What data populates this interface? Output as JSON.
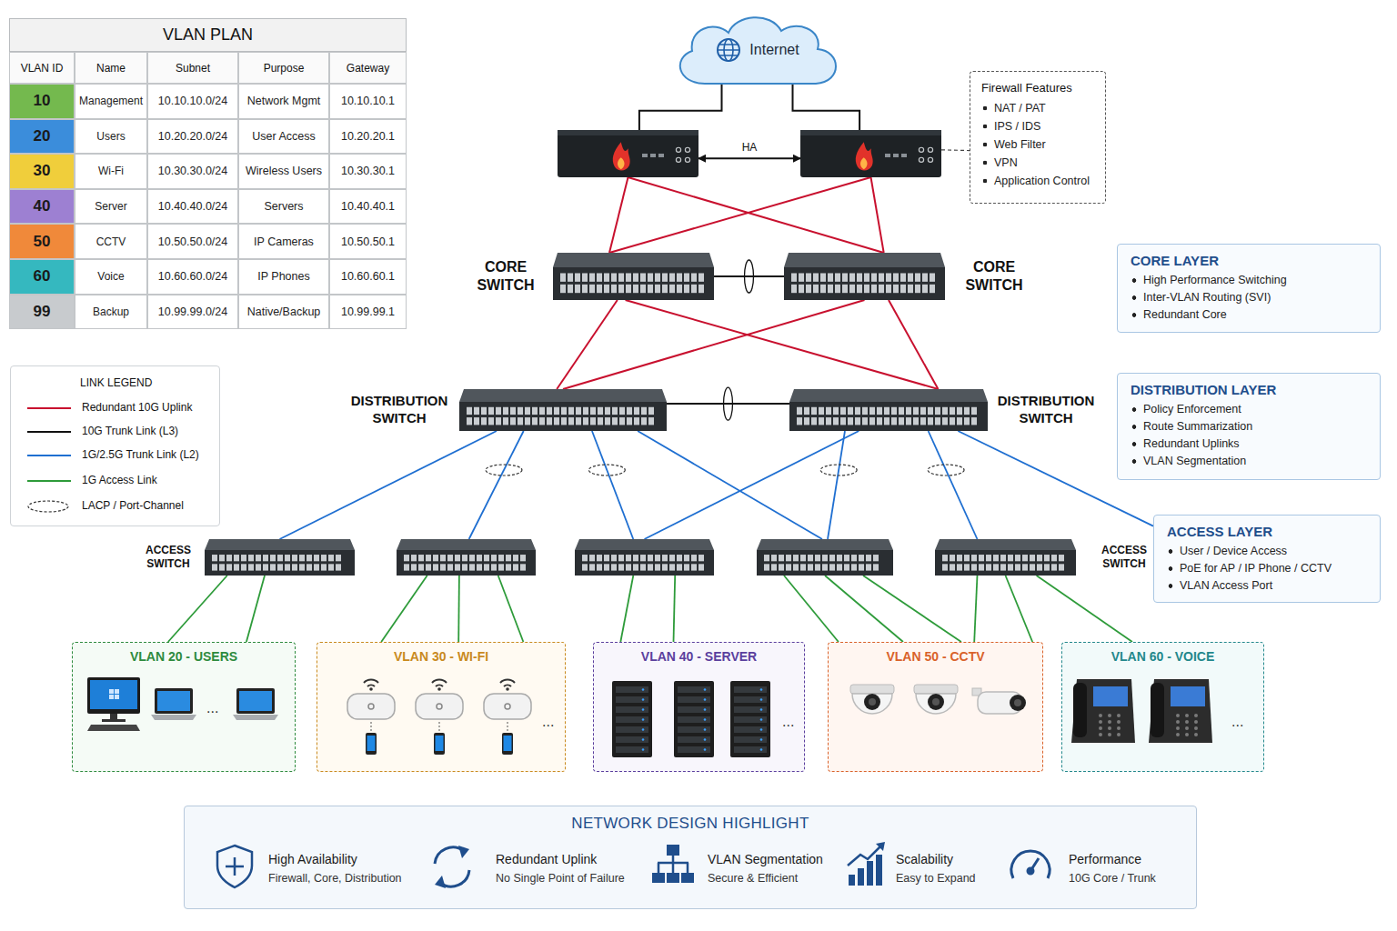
{
  "diagram": {
    "nodes": [
      {
        "text": [
          "Internet"
        ]
      },
      {
        "text": []
      },
      {
        "text": []
      },
      {
        "text": [
          "Firewall Features",
          "NAT / PAT",
          "IPS / IDS",
          "Web Filter",
          "VPN",
          "Application Control"
        ]
      },
      {
        "text": [
          "CORE SWITCH"
        ]
      },
      {
        "text": [
          "CORE SWITCH"
        ]
      },
      {
        "text": [
          "CORE LAYER",
          "High Performance Switching",
          "Inter-VLAN Routing (SVI)",
          "Redundant Core"
        ]
      },
      {
        "text": [
          "DISTRIBUTION SWITCH"
        ]
      },
      {
        "text": [
          "DISTRIBUTION SWITCH"
        ]
      },
      {
        "text": [
          "DISTRIBUTION LAYER",
          "Policy Enforcement",
          "Route Summarization",
          "Redundant Uplinks",
          "VLAN Segmentation"
        ]
      },
      {
        "text": [
          "ACCESS SWITCH"
        ]
      },
      {
        "text": []
      },
      {
        "text": []
      },
      {
        "text": []
      },
      {
        "text": [
          "ACCESS SWITCH"
        ]
      },
      {
        "text": [
          "ACCESS LAYER",
          "User / Device Access",
          "PoE for AP / IP Phone / CCTV",
          "VLAN Access Port"
        ]
      },
      {
        "text": [
          "VLAN 20 - USERS"
        ]
      },
      {
        "text": [
          "VLAN 30 - WI-FI"
        ]
      },
      {
        "text": [
          "VLAN 40 - SERVER"
        ]
      },
      {
        "text": [
          "VLAN 50 - CCTV"
        ]
      },
      {
        "text": [
          "VLAN 60 - VOICE"
        ]
      },
      {
        "text": [
          "NETWORK DESIGN HIGHLIGHT"
        ]
      }
    ],
    "edges": [
      {
        "from": 0,
        "to": 1,
        "arrow": "none"
      },
      {
        "from": 0,
        "to": 2,
        "arrow": "none"
      },
      {
        "from": 1,
        "to": 2,
        "label": "HA",
        "arrow": "both"
      },
      {
        "from": 2,
        "to": 3,
        "arrow": "none"
      },
      {
        "from": 1,
        "to": 4,
        "arrow": "none"
      },
      {
        "from": 1,
        "to": 5,
        "arrow": "none"
      },
      {
        "from": 2,
        "to": 4,
        "arrow": "none"
      },
      {
        "from": 2,
        "to": 5,
        "arrow": "none"
      },
      {
        "from": 4,
        "to": 5,
        "arrow": "none"
      },
      {
        "from": 4,
        "to": 7,
        "arrow": "none"
      },
      {
        "from": 4,
        "to": 8,
        "arrow": "none"
      },
      {
        "from": 5,
        "to": 7,
        "arrow": "none"
      },
      {
        "from": 5,
        "to": 8,
        "arrow": "none"
      },
      {
        "from": 7,
        "to": 8,
        "arrow": "none"
      },
      {
        "from": 7,
        "to": 10,
        "arrow": "none"
      },
      {
        "from": 7,
        "to": 11,
        "arrow": "none"
      },
      {
        "from": 7,
        "to": 12,
        "arrow": "none"
      },
      {
        "from": 7,
        "to": 13,
        "arrow": "none"
      },
      {
        "from": 8,
        "to": 12,
        "arrow": "none"
      },
      {
        "from": 8,
        "to": 13,
        "arrow": "none"
      },
      {
        "from": 8,
        "to": 14,
        "arrow": "none"
      },
      {
        "from": 8,
        "to": 15,
        "arrow": "none"
      },
      {
        "from": 10,
        "to": 16,
        "arrow": "none"
      },
      {
        "from": 10,
        "to": 16,
        "arrow": "none"
      },
      {
        "from": 11,
        "to": 17,
        "arrow": "none"
      },
      {
        "from": 11,
        "to": 17,
        "arrow": "none"
      },
      {
        "from": 11,
        "to": 17,
        "arrow": "none"
      },
      {
        "from": 12,
        "to": 18,
        "arrow": "none"
      },
      {
        "from": 12,
        "to": 18,
        "arrow": "none"
      },
      {
        "from": 13,
        "to": 19,
        "arrow": "none"
      },
      {
        "from": 13,
        "to": 19,
        "arrow": "none"
      },
      {
        "from": 13,
        "to": 19,
        "arrow": "none"
      },
      {
        "from": 14,
        "to": 19,
        "arrow": "none"
      },
      {
        "from": 14,
        "to": 19,
        "arrow": "none"
      },
      {
        "from": 14,
        "to": 20,
        "arrow": "none"
      }
    ],
    "labels": [
      "VLAN PLAN",
      "VLAN ID",
      "Name",
      "Subnet",
      "Purpose",
      "Gateway",
      "10",
      "Management",
      "10.10.10.0/24",
      "Network Mgmt",
      "10.10.10.1",
      "20",
      "Users",
      "10.20.20.0/24",
      "User Access",
      "10.20.20.1",
      "30",
      "Wi-Fi",
      "10.30.30.0/24",
      "Wireless Users",
      "10.30.30.1",
      "40",
      "Server",
      "10.40.40.0/24",
      "Servers",
      "10.40.40.1",
      "50",
      "CCTV",
      "10.50.50.0/24",
      "IP Cameras",
      "10.50.50.1",
      "60",
      "Voice",
      "10.60.60.0/24",
      "IP Phones",
      "10.60.60.1",
      "99",
      "Backup",
      "10.99.99.0/24",
      "Native/Backup",
      "10.99.99.1",
      "LINK LEGEND",
      "...",
      "...",
      "...",
      "...",
      "High Availability",
      "Firewall, Core, Distribution",
      "Redundant Uplink",
      "No Single Point of Failure",
      "VLAN Segmentation",
      "Secure & Efficient",
      "Scalability",
      "Easy to Expand",
      "Performance",
      "10G Core / Trunk"
    ],
    "legend": [
      {
        "text": "Redundant 10G Uplink"
      },
      {
        "text": "10G Trunk Link (L3)"
      },
      {
        "text": "1G/2.5G Trunk Link (L2)"
      },
      {
        "text": "1G Access Link"
      },
      {
        "text": "LACP / Port-Channel"
      }
    ]
  }
}
